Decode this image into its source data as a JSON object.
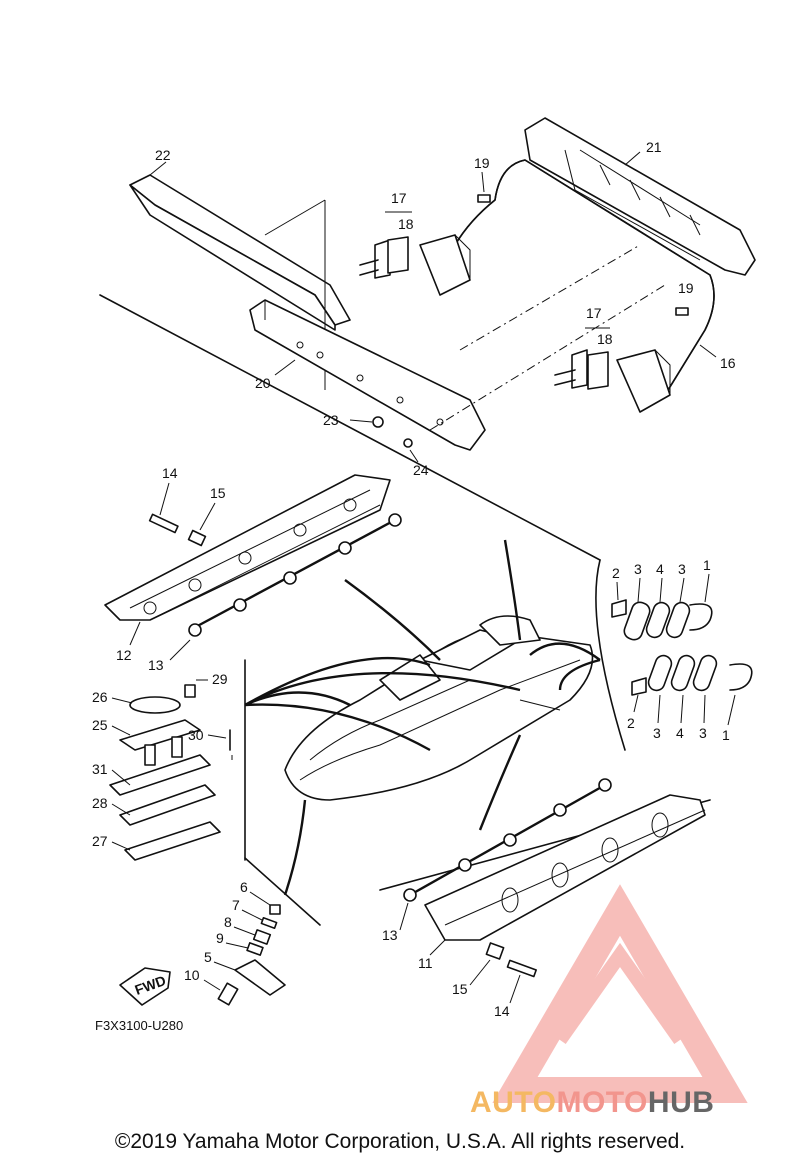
{
  "diagram": {
    "part_code": "F3X3100-U280",
    "fwd_label": "FWD",
    "copyright": "©2019 Yamaha Motor Corporation, U.S.A. All rights reserved.",
    "watermark": {
      "part1": "AUTO",
      "part2": "MOTO",
      "part3": "HUB",
      "colors": [
        "#f4b862",
        "#f2958d",
        "#666666"
      ]
    },
    "callouts": {
      "c1a": "1",
      "c1b": "1",
      "c2a": "2",
      "c2b": "2",
      "c3a": "3",
      "c3b": "3",
      "c3c": "3",
      "c3d": "3",
      "c4a": "4",
      "c4b": "4",
      "c5": "5",
      "c6": "6",
      "c7": "7",
      "c8": "8",
      "c9": "9",
      "c10": "10",
      "c11": "11",
      "c12": "12",
      "c13a": "13",
      "c13b": "13",
      "c14a": "14",
      "c14b": "14",
      "c15a": "15",
      "c15b": "15",
      "c16": "16",
      "c17a": "17",
      "c17b": "17",
      "c18a": "18",
      "c18b": "18",
      "c19a": "19",
      "c19b": "19",
      "c20": "20",
      "c21": "21",
      "c22": "22",
      "c23": "23",
      "c24": "24",
      "c25": "25",
      "c26": "26",
      "c27": "27",
      "c28": "28",
      "c29": "29",
      "c30": "30",
      "c31": "31"
    }
  }
}
